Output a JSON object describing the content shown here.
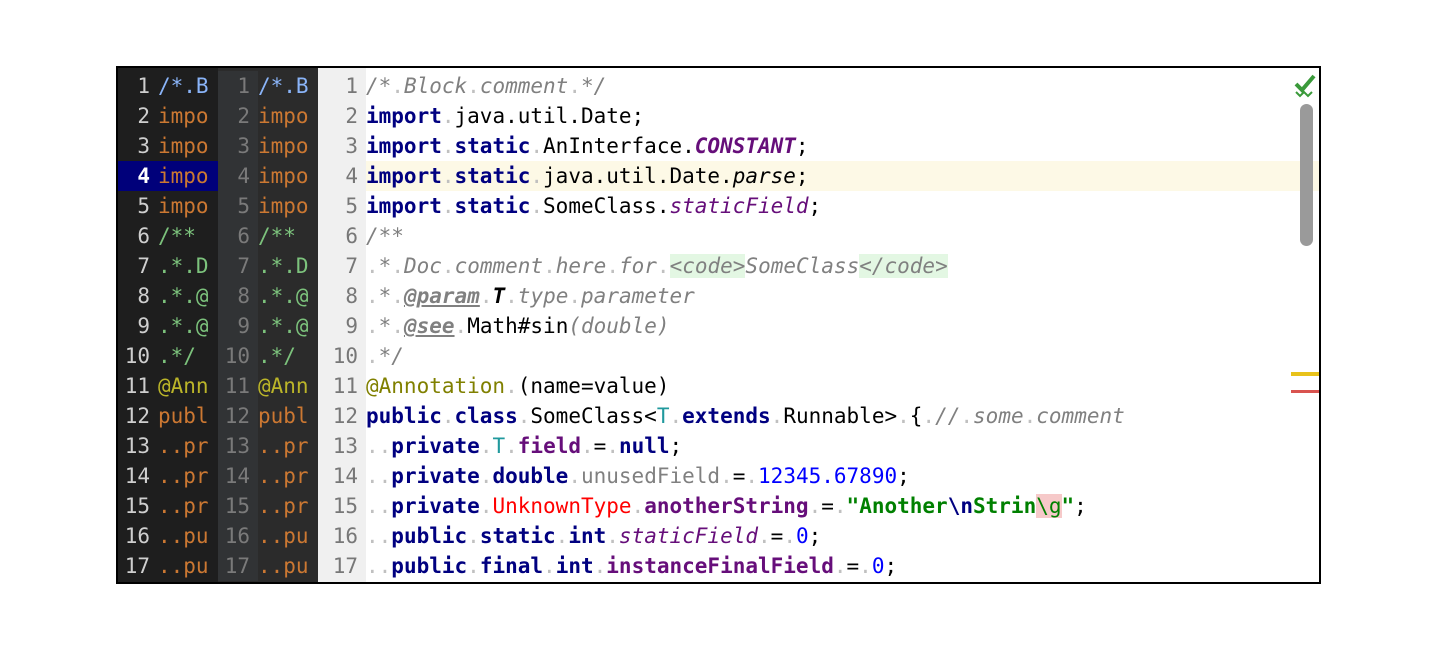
{
  "pane_dark1": {
    "lines": [
      {
        "n": "1",
        "t": "/*.B"
      },
      {
        "n": "2",
        "t": "impo"
      },
      {
        "n": "3",
        "t": "impo"
      },
      {
        "n": "4",
        "t": "impo"
      },
      {
        "n": "5",
        "t": "impo"
      },
      {
        "n": "6",
        "t": "/**"
      },
      {
        "n": "7",
        "t": ".*.D"
      },
      {
        "n": "8",
        "t": ".*.@"
      },
      {
        "n": "9",
        "t": ".*.@"
      },
      {
        "n": "10",
        "t": ".*/"
      },
      {
        "n": "11",
        "t": "@Ann"
      },
      {
        "n": "12",
        "t": "publ"
      },
      {
        "n": "13",
        "t": "..pr"
      },
      {
        "n": "14",
        "t": "..pr"
      },
      {
        "n": "15",
        "t": "..pr"
      },
      {
        "n": "16",
        "t": "..pu"
      },
      {
        "n": "17",
        "t": "..pu"
      }
    ]
  },
  "pane_dark2": {
    "lines": [
      {
        "n": "1",
        "t": "/*.B"
      },
      {
        "n": "2",
        "t": "impo"
      },
      {
        "n": "3",
        "t": "impo"
      },
      {
        "n": "4",
        "t": "impo"
      },
      {
        "n": "5",
        "t": "impo"
      },
      {
        "n": "6",
        "t": "/**"
      },
      {
        "n": "7",
        "t": ".*.D"
      },
      {
        "n": "8",
        "t": ".*.@"
      },
      {
        "n": "9",
        "t": ".*.@"
      },
      {
        "n": "10",
        "t": ".*/"
      },
      {
        "n": "11",
        "t": "@Ann"
      },
      {
        "n": "12",
        "t": "publ"
      },
      {
        "n": "13",
        "t": "..pr"
      },
      {
        "n": "14",
        "t": "..pr"
      },
      {
        "n": "15",
        "t": "..pr"
      },
      {
        "n": "16",
        "t": "..pu"
      },
      {
        "n": "17",
        "t": "..pu"
      }
    ]
  },
  "editor": {
    "current_line": "4",
    "line_numbers": [
      "1",
      "2",
      "3",
      "4",
      "5",
      "6",
      "7",
      "8",
      "9",
      "10",
      "11",
      "12",
      "13",
      "14",
      "15",
      "16",
      "17"
    ],
    "tokens": {
      "l1": {
        "a": "/*",
        "b": "Block",
        "c": "comment",
        "d": "*/"
      },
      "l2": {
        "kw": "import",
        "rest": "java.util.Date;"
      },
      "l3": {
        "kw1": "import",
        "kw2": "static",
        "cls": "AnInterface.",
        "const": "CONSTANT",
        "end": ";"
      },
      "l4": {
        "kw1": "import",
        "kw2": "static",
        "cls": "java.util.Date.",
        "m": "parse",
        "end": ";"
      },
      "l5": {
        "kw1": "import",
        "kw2": "static",
        "cls": "SomeClass.",
        "f": "staticField",
        "end": ";"
      },
      "l6": {
        "a": "/**"
      },
      "l7": {
        "star": "*",
        "w1": "Doc",
        "w2": "comment",
        "w3": "here",
        "w4": "for",
        "tag1": "<code>",
        "name": "SomeClass",
        "tag2": "</code>"
      },
      "l8": {
        "star": "*",
        "tag": "@param",
        "t": "T",
        "w1": "type",
        "w2": "parameter"
      },
      "l9": {
        "star": "*",
        "tag": "@see",
        "ref": "Math#sin",
        "args": "(double)"
      },
      "l10": {
        "a": "*/"
      },
      "l11": {
        "an": "@Annotation",
        "rest": "(name=value)"
      },
      "l12": {
        "kw1": "public",
        "kw2": "class",
        "cls": "SomeClass<",
        "tp": "T",
        "kw3": "extends",
        "cls2": "Runnable>",
        "brace": "{",
        "cm": "//",
        "w1": "some",
        "w2": "comment"
      },
      "l13": {
        "kw": "private",
        "tp": "T",
        "f": "field",
        "eq": "=",
        "kw2": "null",
        "end": ";"
      },
      "l14": {
        "kw": "private",
        "kw2": "double",
        "f": "unusedField",
        "eq": "=",
        "n": "12345.67890",
        "end": ";"
      },
      "l15": {
        "kw": "private",
        "err": "UnknownType",
        "f": "anotherString",
        "eq": "=",
        "s1": "\"Another",
        "e1": "\\n",
        "s2": "Strin",
        "e2": "\\g",
        "s3": "\"",
        "end": ";"
      },
      "l16": {
        "kw": "public",
        "kw2": "static",
        "kw3": "int",
        "f": "staticField",
        "eq": "=",
        "n": "0",
        "end": ";"
      },
      "l17": {
        "kw": "public",
        "kw2": "final",
        "kw3": "int",
        "f": "instanceFinalField",
        "eq": "=",
        "n": "0",
        "end": ";"
      }
    },
    "dot": "."
  },
  "colors": {
    "keyword": "#000080",
    "static_member": "#660e7a",
    "comment": "#808080",
    "string": "#008000",
    "number": "#0000ff",
    "error": "#ff0000",
    "annotation": "#808000",
    "current_line_bg": "#fdf9e6",
    "check": "#3a9a3a"
  },
  "status_icon": "check-icon"
}
